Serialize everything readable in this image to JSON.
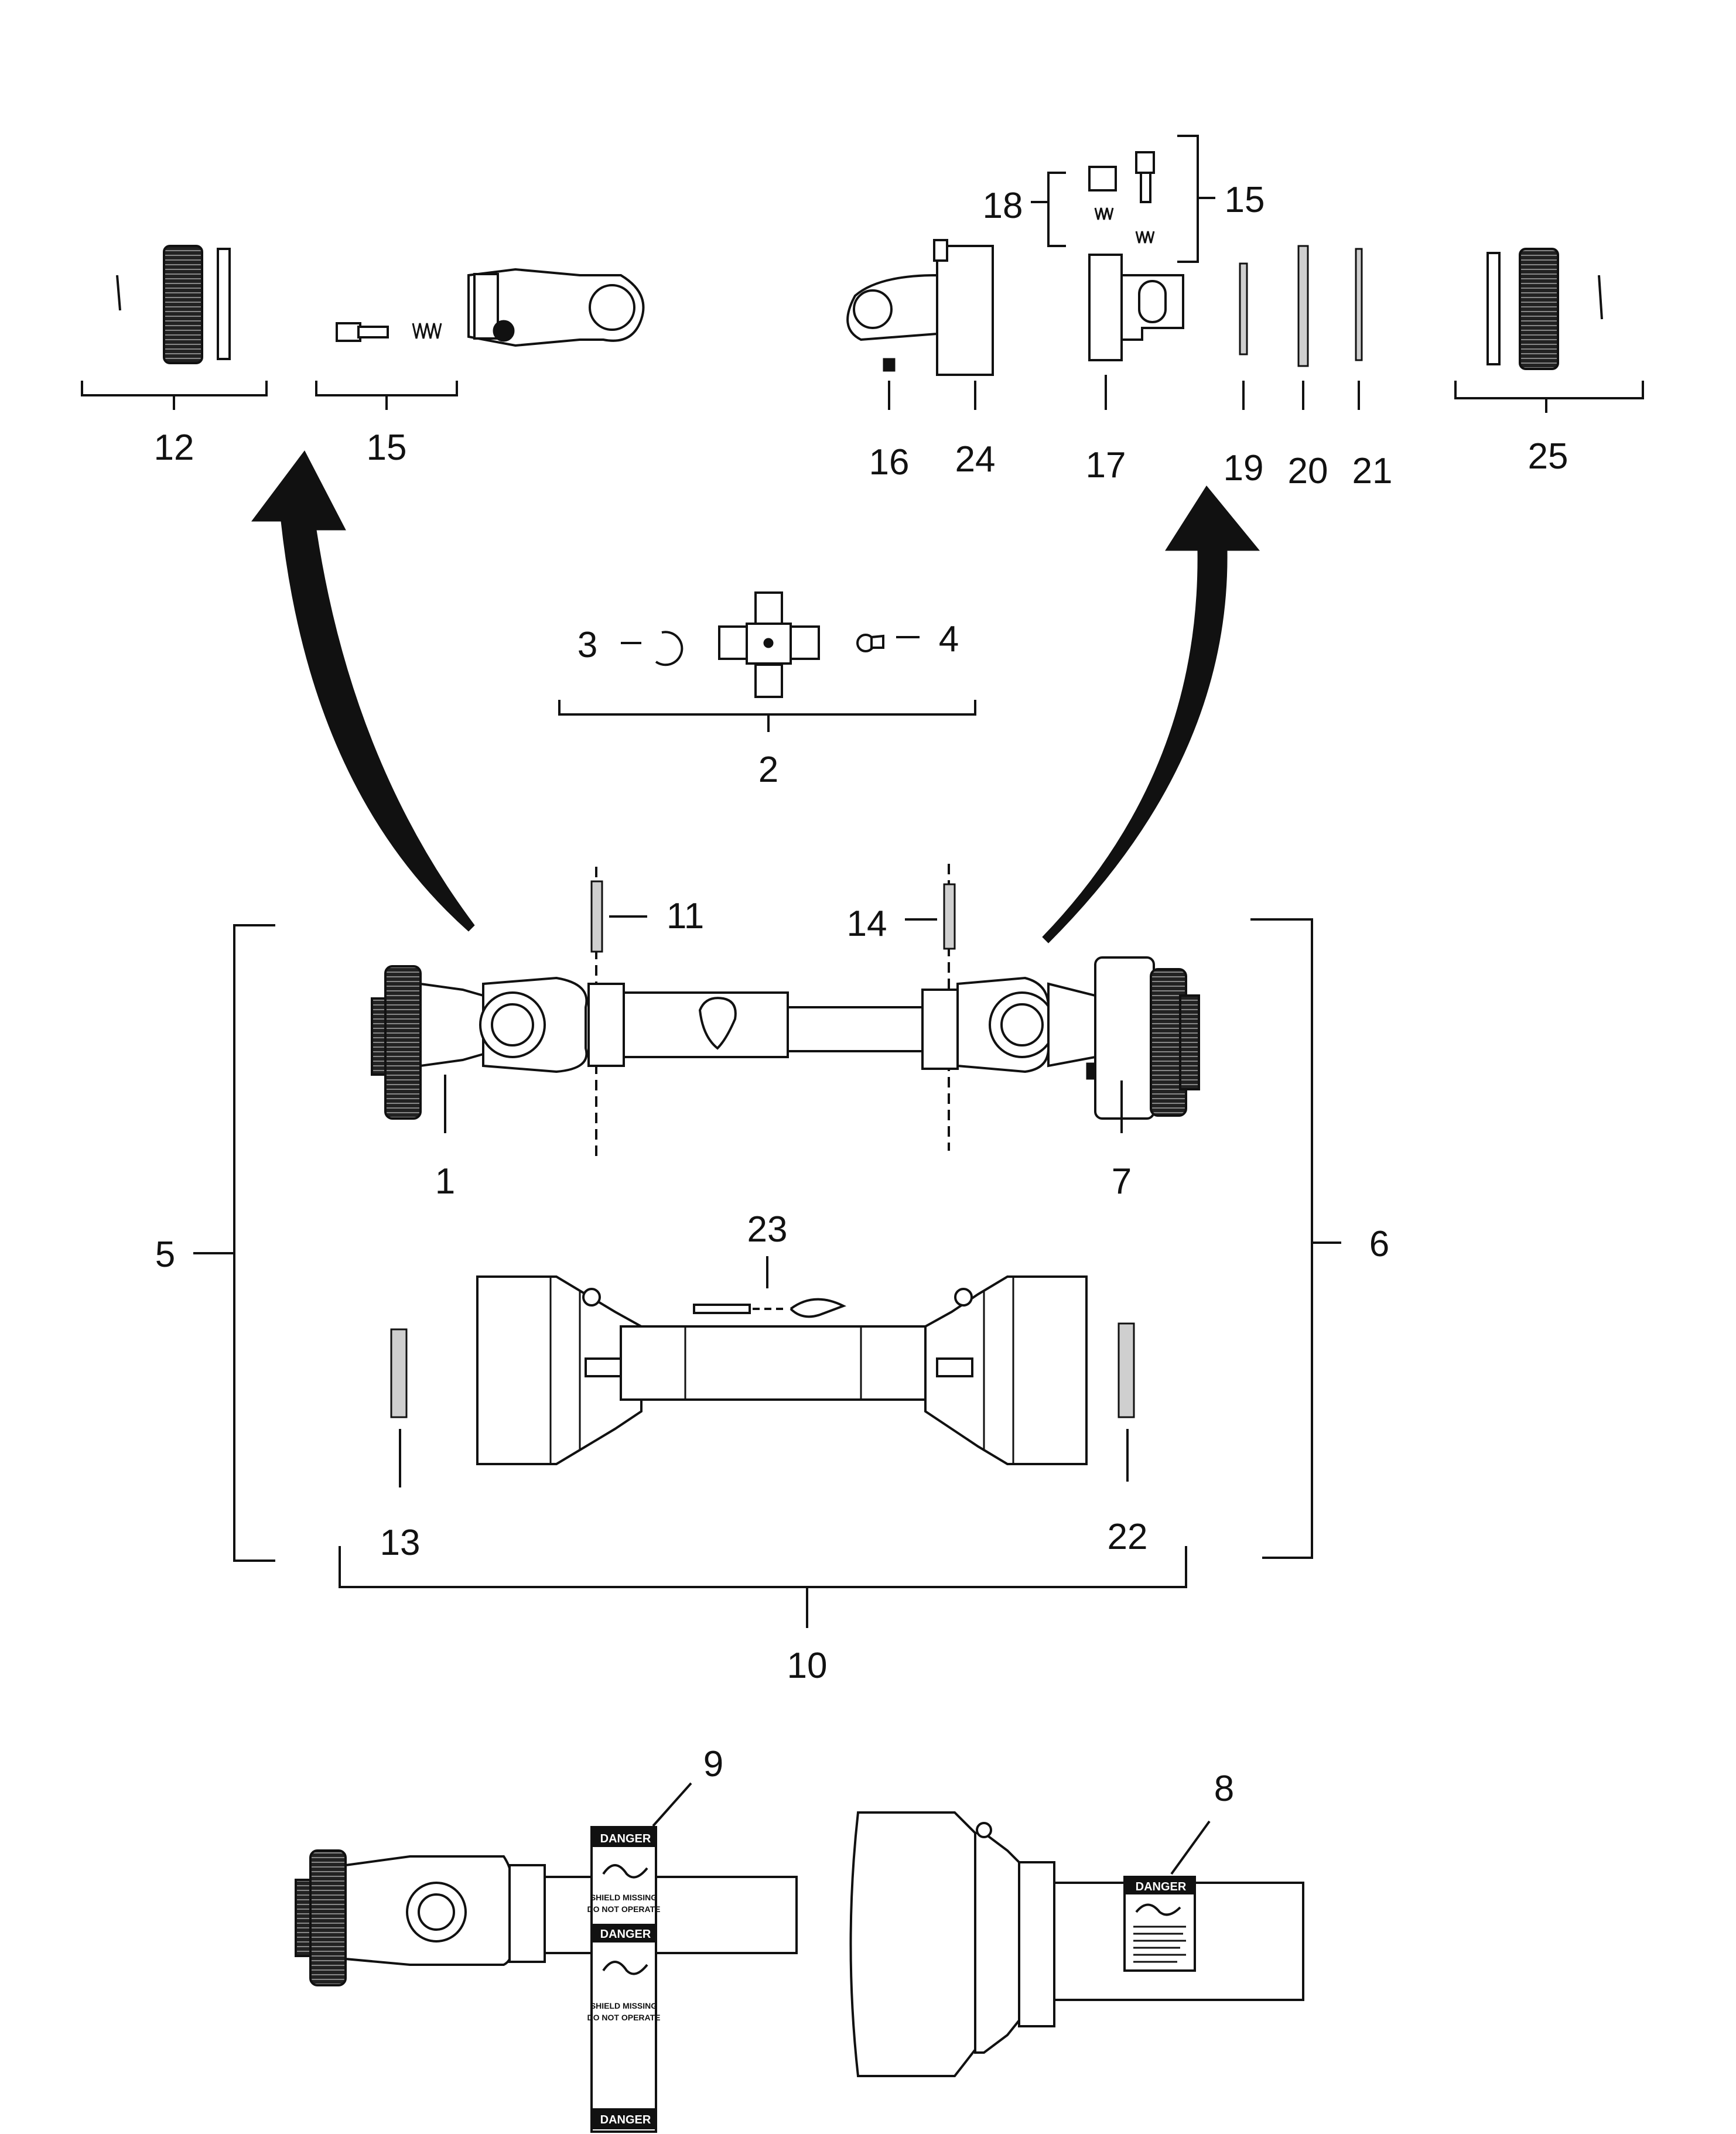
{
  "callouts": {
    "c1": "1",
    "c2": "2",
    "c3": "3",
    "c4": "4",
    "c5": "5",
    "c6": "6",
    "c7": "7",
    "c8": "8",
    "c9": "9",
    "c10": "10",
    "c11": "11",
    "c12": "12",
    "c13": "13",
    "c14": "14",
    "c15a": "15",
    "c15b": "15",
    "c16": "16",
    "c17": "17",
    "c18": "18",
    "c19": "19",
    "c20": "20",
    "c21": "21",
    "c22": "22",
    "c23": "23",
    "c24": "24",
    "c25": "25"
  },
  "decal_9": {
    "danger1": "DANGER",
    "shield_line1a": "SHIELD MISSING",
    "shield_line1b": "DO NOT OPERATE",
    "danger2": "DANGER",
    "shield_line2a": "SHIELD MISSING",
    "shield_line2b": "DO NOT OPERATE",
    "danger3": "DANGER"
  },
  "decal_8": {
    "danger": "DANGER"
  },
  "colors": {
    "ink": "#111111",
    "paper": "#ffffff"
  }
}
